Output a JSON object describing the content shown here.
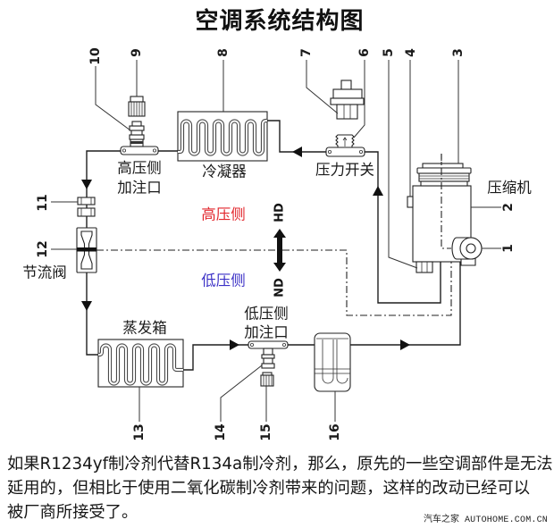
{
  "title": "空调系统结构图",
  "diagram": {
    "callouts": [
      "1",
      "2",
      "3",
      "4",
      "5",
      "6",
      "7",
      "8",
      "9",
      "10",
      "11",
      "12",
      "13",
      "14",
      "15",
      "16"
    ],
    "labels": {
      "high_port_line1": "高压侧",
      "high_port_line2": "加注口",
      "condenser": "冷凝器",
      "pressure_switch": "压力开关",
      "compressor": "压缩机",
      "expansion_valve": "节流阀",
      "evaporator": "蒸发箱",
      "low_port_line1": "低压侧",
      "low_port_line2": "加注口",
      "high_side": "高压侧",
      "low_side": "低压侧",
      "hd": "HD",
      "nd": "ND"
    },
    "colors": {
      "high_side": "#e2262c",
      "low_side": "#3b30c6"
    }
  },
  "caption": {
    "lines": [
      "如果R1234yf制冷剂代替R134a制冷剂，那么，原先的一些空调部件是无法",
      "延用的，但相比于使用二氧化碳制冷剂带来的问题，这样的改动已经可以",
      "被厂商所接受了。"
    ]
  },
  "watermark": {
    "cn": "汽车之家",
    "en": "AUTOHOME.COM.CN"
  }
}
